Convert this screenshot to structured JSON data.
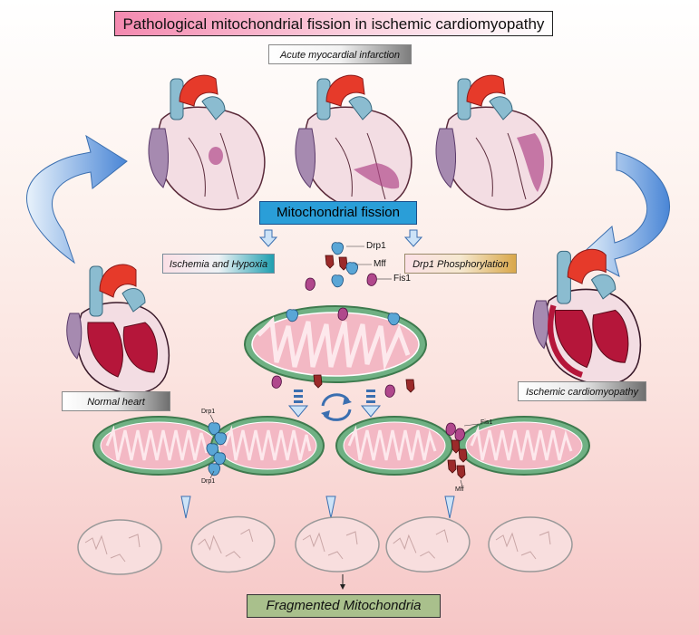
{
  "title": "Pathological mitochondrial fission in ischemic cardiomyopathy",
  "event_label": "Acute myocardial infarction",
  "process_label": "Mitochondrial  fission",
  "cause_left": "Ischemia and Hypoxia",
  "cause_right": "Drp1 Phosphorylation",
  "proteins": {
    "drp1": "Drp1",
    "mff": "Mff",
    "fis1": "Fis1"
  },
  "normal_heart_label": "Normal heart",
  "icm_label": "Ischemic cardiomyopathy",
  "fragment_left": {
    "drp1_top": "Drp1",
    "drp1_bottom": "Drp1"
  },
  "fragment_right": {
    "fis1": "Fis1",
    "mff": "Mff"
  },
  "outcome_label": "Fragmented Mitochondria",
  "colors": {
    "title_accent": "#f48ab0",
    "fission_box": "#2a9ed8",
    "outcome_box": "#a9c08c",
    "drp1": "#5aa6d6",
    "mff": "#9b2a2a",
    "fis1": "#b0488c"
  }
}
